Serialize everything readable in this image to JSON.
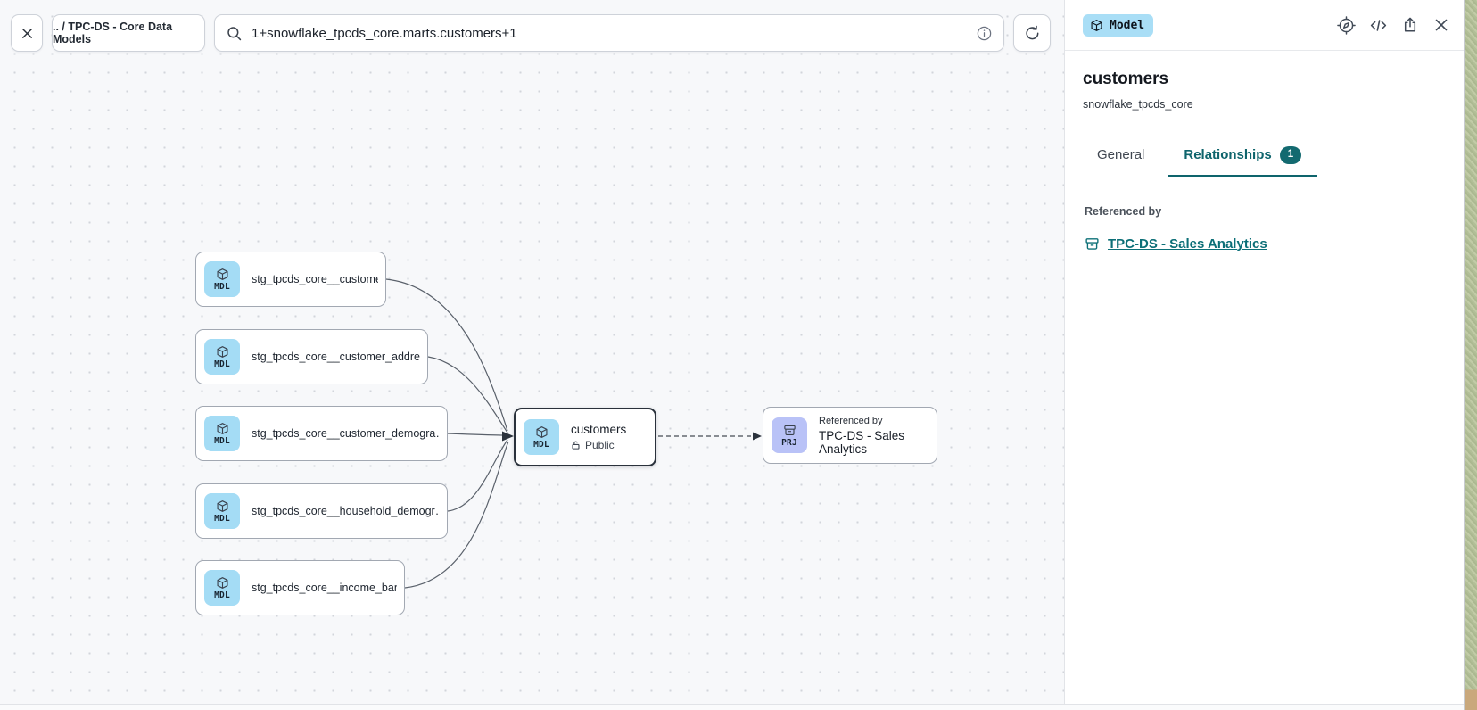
{
  "toolbar": {
    "breadcrumb": ".. / TPC-DS - Core Data Models",
    "search_value": "1+snowflake_tpcds_core.marts.customers+1"
  },
  "panel": {
    "type_badge": "Model",
    "title": "customers",
    "subtitle": "snowflake_tpcds_core",
    "tab_general": "General",
    "tab_relationships": "Relationships",
    "tab_relationships_badge": "1",
    "section_label": "Referenced by",
    "reference_link": "TPC-DS - Sales Analytics"
  },
  "canvas": {
    "nodes": [
      {
        "badge": "MDL",
        "label": "stg_tpcds_core__customer"
      },
      {
        "badge": "MDL",
        "label": "stg_tpcds_core__customer_address"
      },
      {
        "badge": "MDL",
        "label": "stg_tpcds_core__customer_demogra…"
      },
      {
        "badge": "MDL",
        "label": "stg_tpcds_core__household_demogr…"
      },
      {
        "badge": "MDL",
        "label": "stg_tpcds_core__income_band"
      }
    ],
    "selected_node": {
      "badge": "MDL",
      "title": "customers",
      "visibility": "Public"
    },
    "reference_node": {
      "badge": "PRJ",
      "kicker": "Referenced by",
      "label": "TPC-DS - Sales Analytics"
    }
  },
  "icons": {
    "close-icon": "✕ stroke glyph",
    "search-icon": "magnifier",
    "info-icon": "circled i",
    "refresh-icon": "circular arrow",
    "cube-icon": "3d package outline",
    "archive-icon": "storage drawer",
    "unlock-icon": "open padlock",
    "compass-icon": "lineage compass",
    "code-icon": "</>",
    "share-icon": "box with up arrow"
  },
  "colors": {
    "accent_teal": "#0e646c",
    "link_teal": "#0c6f77",
    "model_badge_blue": "#a4dcf5",
    "project_badge_purple": "#b9c2f7",
    "canvas_bg": "#f7f8fa"
  }
}
